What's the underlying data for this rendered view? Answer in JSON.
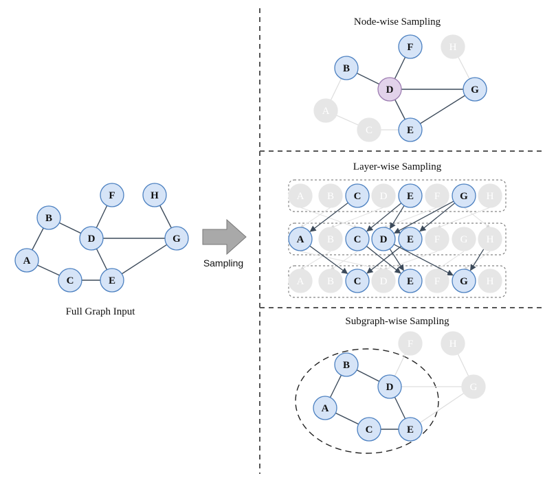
{
  "captions": {
    "full_graph": "Full Graph Input",
    "sampling_arrow": "Sampling",
    "node_wise": "Node-wise Sampling",
    "layer_wise": "Layer-wise Sampling",
    "subgraph_wise": "Subgraph-wise Sampling"
  },
  "colors": {
    "node_fill": "#d6e4f7",
    "node_stroke": "#4a7fc0",
    "target_fill": "#e2d2ea",
    "target_stroke": "#9b7bb0",
    "faded_fill": "#e6e6e6",
    "edge": "#3c4a5a",
    "faded_edge": "#dddddd",
    "arrow": "#a9a9a9"
  },
  "full_graph": {
    "nodes": [
      "A",
      "B",
      "C",
      "D",
      "E",
      "F",
      "G",
      "H"
    ],
    "edges": [
      [
        "A",
        "B"
      ],
      [
        "A",
        "C"
      ],
      [
        "B",
        "D"
      ],
      [
        "C",
        "E"
      ],
      [
        "D",
        "F"
      ],
      [
        "D",
        "G"
      ],
      [
        "D",
        "E"
      ],
      [
        "E",
        "G"
      ],
      [
        "H",
        "G"
      ]
    ]
  },
  "node_wise": {
    "target": "D",
    "active_nodes": [
      "B",
      "D",
      "E",
      "F",
      "G"
    ],
    "faded_nodes": [
      "A",
      "C",
      "H"
    ],
    "active_edges": [
      [
        "B",
        "D"
      ],
      [
        "D",
        "F"
      ],
      [
        "D",
        "G"
      ],
      [
        "D",
        "E"
      ],
      [
        "E",
        "G"
      ]
    ],
    "faded_edges": [
      [
        "A",
        "B"
      ],
      [
        "A",
        "C"
      ],
      [
        "C",
        "E"
      ],
      [
        "H",
        "G"
      ]
    ]
  },
  "layer_wise": {
    "layer_nodes": [
      "A",
      "B",
      "C",
      "D",
      "E",
      "F",
      "G",
      "H"
    ],
    "layers": [
      {
        "active": [
          "C",
          "E",
          "G"
        ]
      },
      {
        "active": [
          "A",
          "C",
          "D",
          "E"
        ]
      },
      {
        "active": [
          "C",
          "E",
          "G"
        ]
      }
    ],
    "edges_top_to_middle": [
      [
        "C",
        "A"
      ],
      [
        "E",
        "C"
      ],
      [
        "E",
        "D"
      ],
      [
        "G",
        "D"
      ],
      [
        "G",
        "E"
      ]
    ],
    "edges_middle_to_bottom": [
      [
        "A",
        "C"
      ],
      [
        "C",
        "E"
      ],
      [
        "D",
        "E"
      ],
      [
        "D",
        "G"
      ],
      [
        "E",
        "C"
      ],
      [
        "H",
        "G"
      ]
    ]
  },
  "subgraph_wise": {
    "active_nodes": [
      "A",
      "B",
      "C",
      "D",
      "E"
    ],
    "faded_nodes": [
      "F",
      "G",
      "H"
    ],
    "active_edges": [
      [
        "A",
        "B"
      ],
      [
        "A",
        "C"
      ],
      [
        "B",
        "D"
      ],
      [
        "C",
        "E"
      ],
      [
        "D",
        "E"
      ]
    ],
    "faded_edges": [
      [
        "D",
        "F"
      ],
      [
        "D",
        "G"
      ],
      [
        "E",
        "G"
      ],
      [
        "H",
        "G"
      ]
    ]
  }
}
